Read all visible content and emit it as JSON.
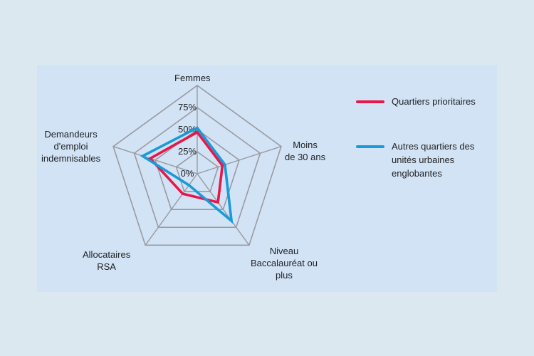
{
  "chart_data": {
    "type": "radar",
    "axes": [
      "Femmes",
      "Moins\nde 30 ans",
      "Niveau\nBaccalauréat ou\nplus",
      "Allocataires\nRSA",
      "Demandeurs\nd'emploi\nindemnisables"
    ],
    "ticks": [
      "0%",
      "25%",
      "50%",
      "75%"
    ],
    "rlim": [
      0,
      100
    ],
    "series": [
      {
        "name": "Quartiers prioritaires",
        "color": "#e8174a",
        "values": [
          47,
          30,
          40,
          28,
          56
        ]
      },
      {
        "name": "Autres quartiers des\nunités urbaines\nenglobantes",
        "color": "#1a9ad6",
        "values": [
          52,
          33,
          66,
          16,
          65
        ]
      }
    ],
    "legend_position": "right"
  }
}
